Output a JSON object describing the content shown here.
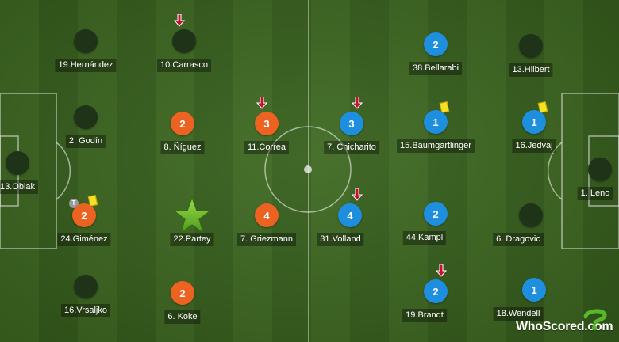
{
  "brand": {
    "name": "WhoScored.com"
  },
  "colors": {
    "home": "#ec6221",
    "away": "#1e8fdf",
    "neutral": "#1f3319",
    "card_yellow": "#f7e028",
    "sub_arrow": "#c8102e"
  },
  "home_players": [
    {
      "name": "19.Hernández",
      "rating": "",
      "sub_off": false
    },
    {
      "name": "10.Carrasco",
      "rating": "",
      "sub_off": true
    },
    {
      "name": "2. Godín",
      "rating": ""
    },
    {
      "name": "8. Ñíguez",
      "rating": "2"
    },
    {
      "name": "11.Correa",
      "rating": "3",
      "sub_off": true
    },
    {
      "name": "13.Oblak",
      "rating": ""
    },
    {
      "name": "24.Giménez",
      "rating": "2",
      "yellow_card": true,
      "badge": "T"
    },
    {
      "name": "22.Partey",
      "rating": "",
      "man_of_match": true
    },
    {
      "name": "7. Griezmann",
      "rating": "4"
    },
    {
      "name": "16.Vrsaljko",
      "rating": ""
    },
    {
      "name": "6. Koke",
      "rating": "2"
    }
  ],
  "away_players": [
    {
      "name": "38.Bellarabi",
      "rating": "2"
    },
    {
      "name": "13.Hilbert",
      "rating": ""
    },
    {
      "name": "7. Chicharito",
      "rating": "3",
      "sub_off": true
    },
    {
      "name": "15.Baumgartlinger",
      "rating": "1",
      "yellow_card": true
    },
    {
      "name": "16.Jedvaj",
      "rating": "1",
      "yellow_card": true
    },
    {
      "name": "1. Leno",
      "rating": ""
    },
    {
      "name": "31.Volland",
      "rating": "4",
      "sub_off": true
    },
    {
      "name": "44.Kampl",
      "rating": "2"
    },
    {
      "name": "6. Dragovic",
      "rating": ""
    },
    {
      "name": "19.Brandt",
      "rating": "2",
      "sub_off": true
    },
    {
      "name": "18.Wendell",
      "rating": "1"
    }
  ]
}
